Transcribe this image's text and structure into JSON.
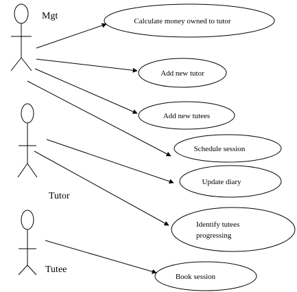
{
  "diagram": {
    "actors": [
      {
        "id": "mgt",
        "label": "Mgt"
      },
      {
        "id": "tutor",
        "label": "Tutor"
      },
      {
        "id": "tutee",
        "label": "Tutee"
      }
    ],
    "use_cases": [
      {
        "id": "calc",
        "label": "Calculate money owned to tutor"
      },
      {
        "id": "add_tutor",
        "label": "Add new tutor"
      },
      {
        "id": "add_tutees",
        "label": "Add new tutees"
      },
      {
        "id": "schedule",
        "label": "Schedule session"
      },
      {
        "id": "diary",
        "label": "Update diary"
      },
      {
        "id": "identify_1",
        "label": "Identify tutees"
      },
      {
        "id": "identify_2",
        "label": "progressing"
      },
      {
        "id": "book",
        "label": "Book session"
      }
    ],
    "associations": [
      {
        "from": "mgt",
        "to": "calc"
      },
      {
        "from": "mgt",
        "to": "add_tutor"
      },
      {
        "from": "mgt",
        "to": "add_tutees"
      },
      {
        "from": "mgt",
        "to": "schedule"
      },
      {
        "from": "tutor",
        "to": "diary"
      },
      {
        "from": "tutor",
        "to": "identify"
      },
      {
        "from": "tutee",
        "to": "book"
      }
    ]
  }
}
